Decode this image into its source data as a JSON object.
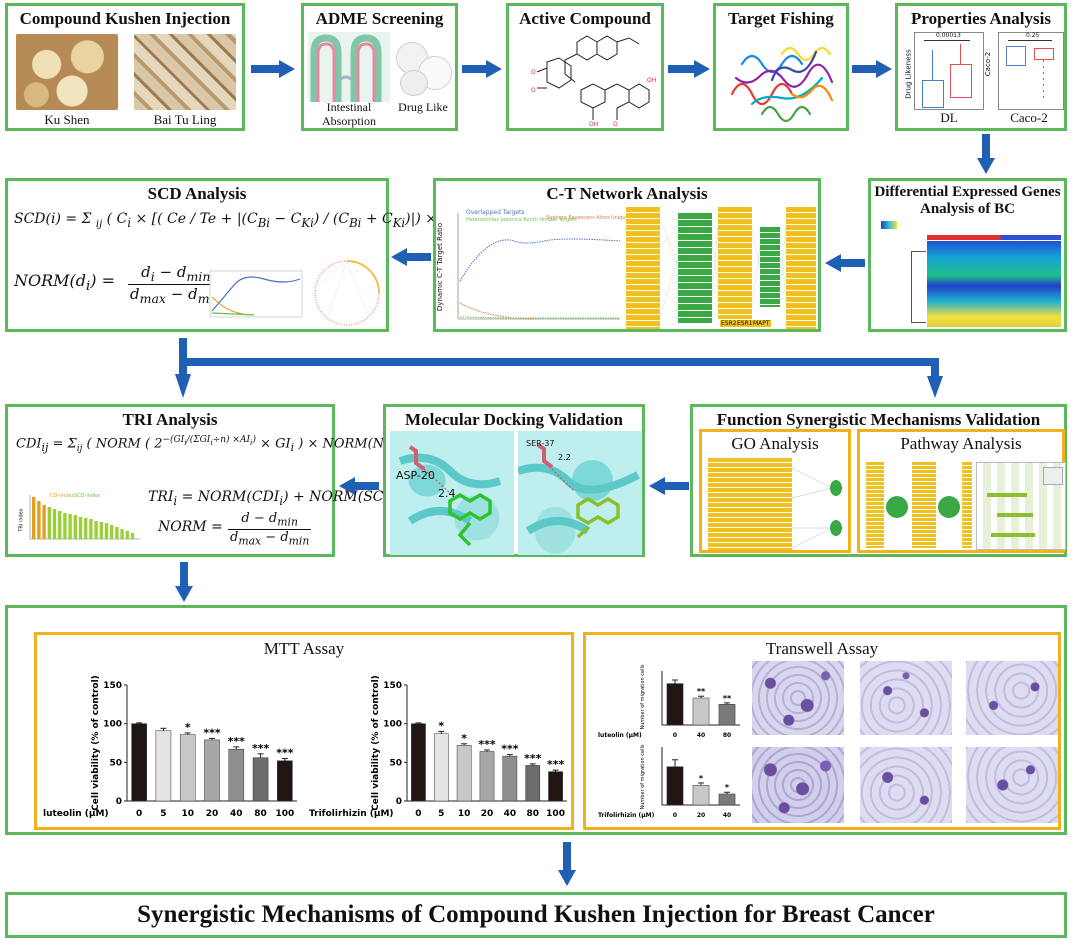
{
  "panels": {
    "kushen": {
      "title": "Compound Kushen Injection",
      "ku_shen": "Ku Shen",
      "bai_tu_ling": "Bai Tu Ling"
    },
    "adme": {
      "title": "ADME Screening",
      "intestinal": "Intestinal",
      "absorption": "Absorption",
      "drug_like": "Drug Like"
    },
    "active": {
      "title": "Active Compound"
    },
    "target": {
      "title": "Target Fishing"
    },
    "properties": {
      "title": "Properties Analysis",
      "dl": "DL",
      "caco": "Caco-2",
      "p1": "0.00013",
      "p2": "0.25",
      "y1": "Drug Likeness",
      "y2": "Caco-2"
    },
    "scd": {
      "title": "SCD Analysis"
    },
    "ct": {
      "title": "C-T Network Analysis",
      "ylab": "Dynamic C-T Target Ratio",
      "legend": [
        "Overlapped Targets",
        "Sophora flavescens Aiton Unique Targets",
        "Heterosmilax japonica Kunth Unique Targets"
      ],
      "bottom_genes": [
        "ESR2",
        "ESR1",
        "MAPT"
      ]
    },
    "deg": {
      "title1": "Differential Expressed Genes",
      "title2": "Analysis of BC"
    },
    "tri": {
      "title": "TRI Analysis",
      "legend1": "CDI-index",
      "legend2": "SCD-index",
      "ylab": "TRI index"
    },
    "docking": {
      "title": "Molecular Docking Validation",
      "res1": "ASP-20",
      "d1": "2.4",
      "res2": "SER-37",
      "d2": "2.2"
    },
    "function": {
      "title": "Function Synergistic Mechanisms Validation",
      "go": "GO Analysis",
      "pathway": "Pathway Analysis"
    },
    "assays": {
      "mtt": {
        "title": "MTT Assay"
      },
      "transwell": {
        "title": "Transwell Assay",
        "ylab": "Number of migration cells",
        "lab1": "luteolin (μM)",
        "lab2": "Trifolirhizin (μM)"
      }
    },
    "final": {
      "title": "Synergistic Mechanisms of Compound Kushen Injection for Breast Cancer"
    }
  },
  "chart_data": [
    {
      "type": "bar",
      "ylabel": "Cell viability (% of control)",
      "xlabel": "luteolin (μM)",
      "categories": [
        "0",
        "5",
        "10",
        "20",
        "40",
        "80",
        "100"
      ],
      "values": [
        100,
        91,
        86,
        79,
        67,
        56,
        52
      ],
      "errors": [
        1,
        3,
        2,
        2,
        3,
        5,
        3
      ],
      "significance": [
        "",
        "",
        "*",
        "***",
        "***",
        "***",
        "***"
      ],
      "ylim": [
        0,
        150
      ],
      "yticks": [
        "0",
        "50",
        "100",
        "150"
      ],
      "colors": [
        "#1e1514",
        "#e4e4e4",
        "#c8c8c8",
        "#a7a7a7",
        "#8e8e8e",
        "#6c6c6c",
        "#1e1514"
      ]
    },
    {
      "type": "bar",
      "ylabel": "Cell viability (% of control)",
      "xlabel": "Trifolirhizin (μM)",
      "categories": [
        "0",
        "5",
        "10",
        "20",
        "40",
        "80",
        "100"
      ],
      "values": [
        100,
        87,
        72,
        64,
        58,
        46,
        38
      ],
      "errors": [
        1,
        3,
        2,
        2,
        2,
        2,
        2
      ],
      "significance": [
        "",
        "*",
        "*",
        "***",
        "***",
        "***",
        "***"
      ],
      "ylim": [
        0,
        150
      ],
      "yticks": [
        "0",
        "50",
        "100",
        "150"
      ],
      "colors": [
        "#1e1514",
        "#e4e4e4",
        "#c8c8c8",
        "#a7a7a7",
        "#8e8e8e",
        "#6c6c6c",
        "#1e1514"
      ]
    },
    {
      "type": "bar",
      "categories": [
        "0",
        "40",
        "80"
      ],
      "values": [
        230,
        150,
        115
      ],
      "errors": [
        20,
        10,
        8
      ],
      "significance": [
        "",
        "**",
        "**"
      ],
      "ylim": [
        0,
        300
      ],
      "colors": [
        "#1e1514",
        "#c8c8c8",
        "#7a7a7a"
      ]
    },
    {
      "type": "bar",
      "categories": [
        "0",
        "20",
        "40"
      ],
      "values": [
        330,
        170,
        95
      ],
      "errors": [
        60,
        20,
        15
      ],
      "significance": [
        "",
        "*",
        "*"
      ],
      "ylim": [
        0,
        500
      ],
      "colors": [
        "#1e1514",
        "#c8c8c8",
        "#7a7a7a"
      ]
    }
  ],
  "colors": {
    "green_border": "#5cb85c",
    "orange_border": "#f0b21a",
    "arrow": "#1f5fb4"
  }
}
